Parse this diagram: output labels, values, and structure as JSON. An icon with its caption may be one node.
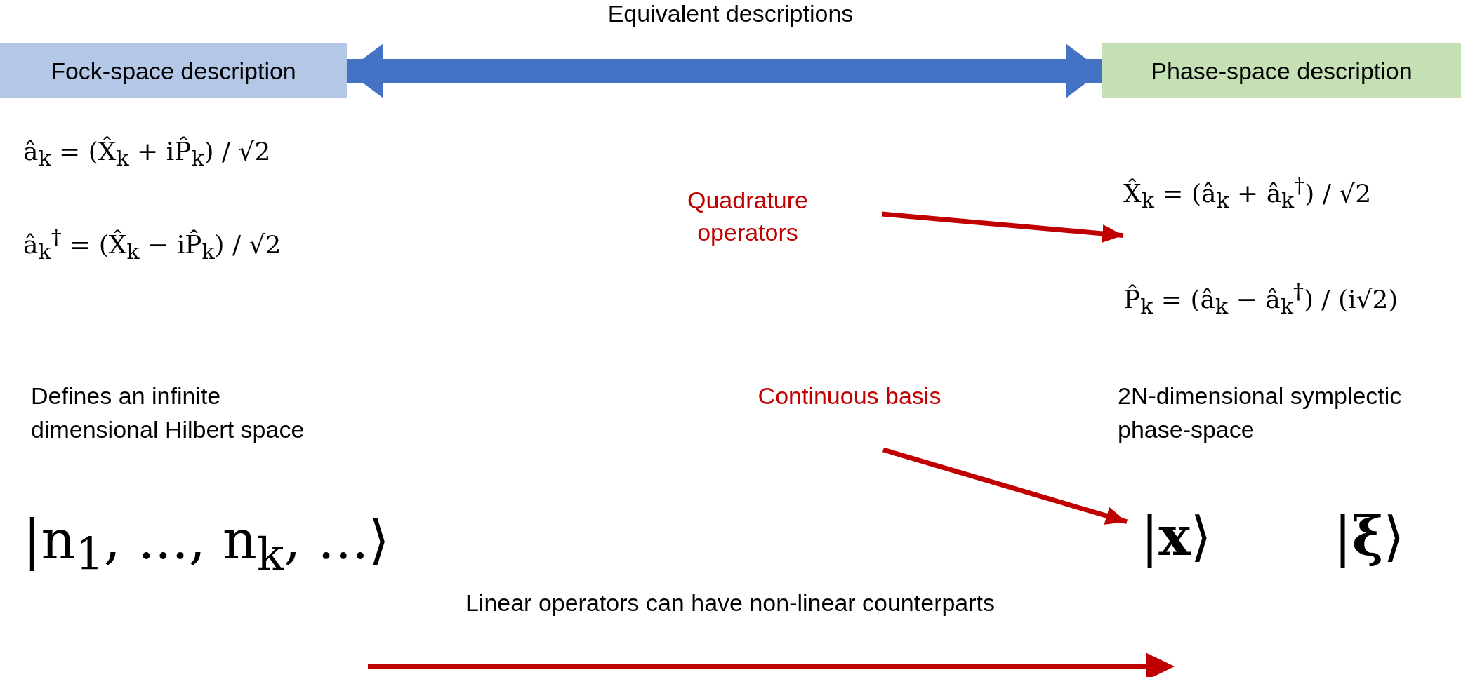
{
  "diagram": {
    "nodes": [
      {
        "text": [
          "Fock-space description"
        ]
      },
      {
        "text": [
          "Phase-space description"
        ]
      },
      {
        "text": [
          "X̂$_{k}$ = (â$_{k}$ + â$_{k}$$^{†}$) / √2",
          "P̂$_{k}$ = (â$_{k}$ − â$_{k}$$^{†}$) / (i√2)"
        ]
      },
      {
        "text": [
          "|**x**⟩"
        ]
      }
    ],
    "edges": [
      {
        "from": 0,
        "to": 1,
        "arrow": "both",
        "label": "Equivalent descriptions",
        "style": "thick",
        "color": "#4472c4"
      },
      {
        "from": null,
        "to": 2,
        "arrow": "to",
        "label": "Quadrature operators"
      },
      {
        "from": null,
        "to": 3,
        "arrow": "to",
        "label": "Continuous basis"
      }
    ],
    "labels": [
      "â$_{k}$ = (X̂$_{k}$ + iP̂$_{k}$) / √2",
      "â$_{k}$$^{†}$ = (X̂$_{k}$ − iP̂$_{k}$) / √2",
      "Defines an infinite dimensional Hilbert space",
      "2N-dimensional symplectic phase-space",
      "|n$_{1}$, ..., n$_{k}$, ...⟩",
      "|**ξ**⟩",
      "Linear operators can have non-linear counterparts"
    ]
  }
}
